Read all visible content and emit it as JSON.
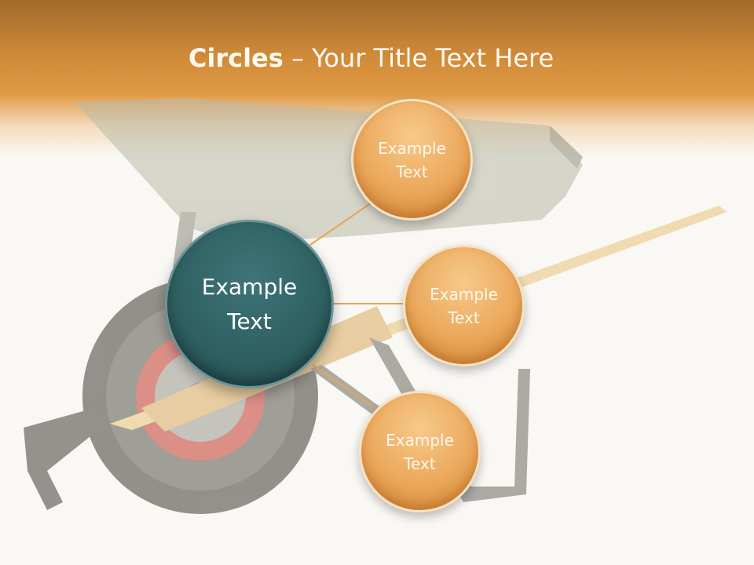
{
  "slide": {
    "title_bold": "Circles",
    "title_rest": " – Your Title Text Here",
    "hub_text": "Example\nText",
    "satellites": [
      {
        "text": "Example\nText"
      },
      {
        "text": "Example\nText"
      },
      {
        "text": "Example\nText"
      }
    ]
  },
  "colors": {
    "header": "#d8913e",
    "hub": "#2f6163",
    "satellite": "#eba85c",
    "connector": "#e8a55a"
  }
}
